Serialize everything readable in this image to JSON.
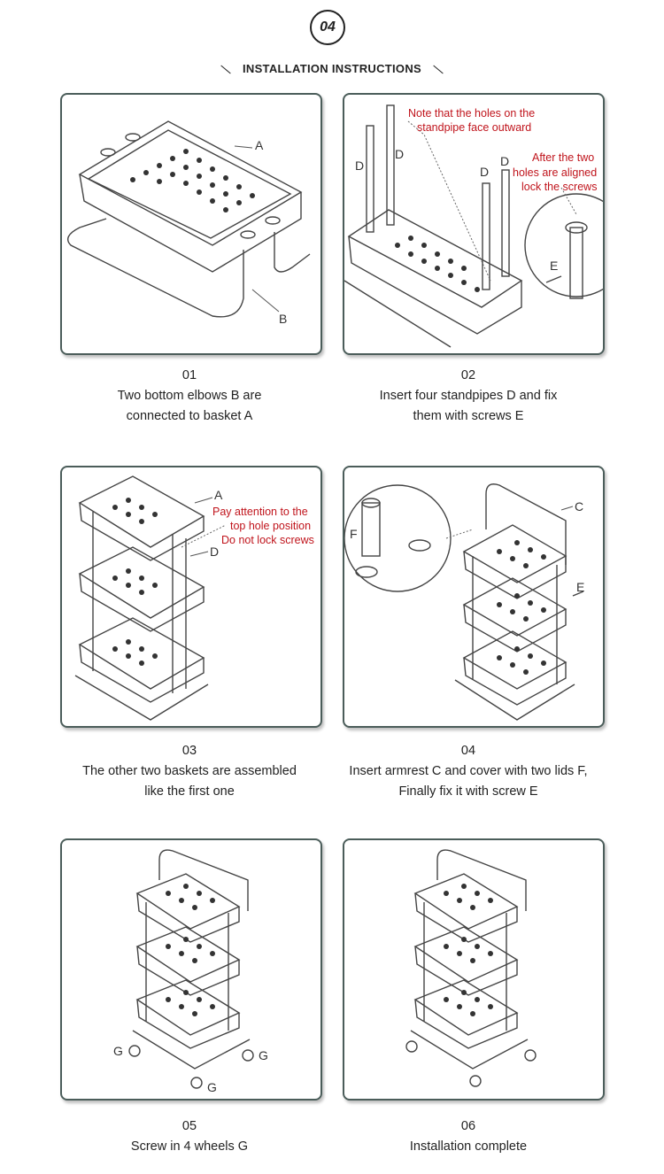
{
  "header": {
    "step_number": "04",
    "title": "INSTALLATION INSTRUCTIONS"
  },
  "steps": [
    {
      "num": "01",
      "line1": "Two bottom elbows B are",
      "line2": "connected to basket A",
      "labels": {
        "a": "A",
        "b": "B"
      }
    },
    {
      "num": "02",
      "line1": "Insert four standpipes D and fix",
      "line2": "them with screws E",
      "labels": {
        "d": "D",
        "e": "E"
      },
      "notes": {
        "n1a": "Note that the holes on the",
        "n1b": "standpipe face outward",
        "n2a": "After the two",
        "n2b": "holes are aligned",
        "n2c": "lock the screws"
      }
    },
    {
      "num": "03",
      "line1": "The other two baskets are assembled",
      "line2": "like the first one",
      "labels": {
        "a": "A",
        "d": "D"
      },
      "notes": {
        "n1": "Pay attention to the",
        "n2": "top hole position",
        "n3": "Do not lock screws"
      }
    },
    {
      "num": "04",
      "line1": "Insert armrest C and cover with two lids F,",
      "line2": "Finally fix it with screw E",
      "labels": {
        "c": "C",
        "e": "E",
        "f": "F"
      }
    },
    {
      "num": "05",
      "line1": "Screw in 4 wheels G",
      "line2": "",
      "labels": {
        "g": "G"
      }
    },
    {
      "num": "06",
      "line1": "Installation complete",
      "line2": ""
    }
  ],
  "colors": {
    "panel_border": "#4b5d5a",
    "annotation": "#c0141c",
    "text": "#222222"
  }
}
